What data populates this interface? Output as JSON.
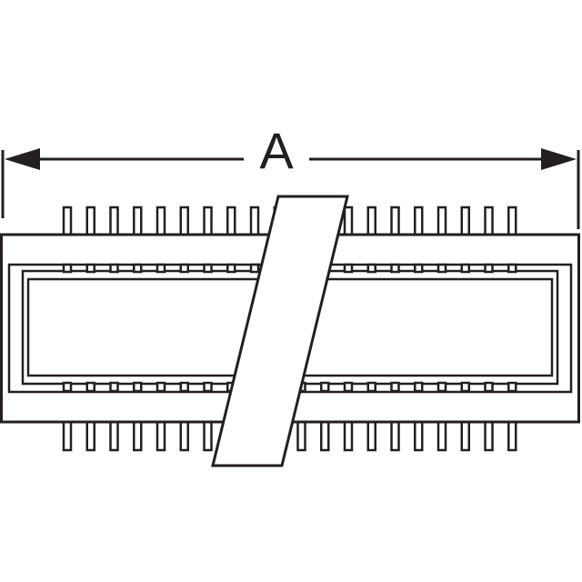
{
  "dimension": {
    "label": "A"
  },
  "colors": {
    "stroke": "#231f20",
    "background": "#ffffff"
  },
  "connector": {
    "top_pin_count": 20,
    "bottom_pin_count": 20
  }
}
